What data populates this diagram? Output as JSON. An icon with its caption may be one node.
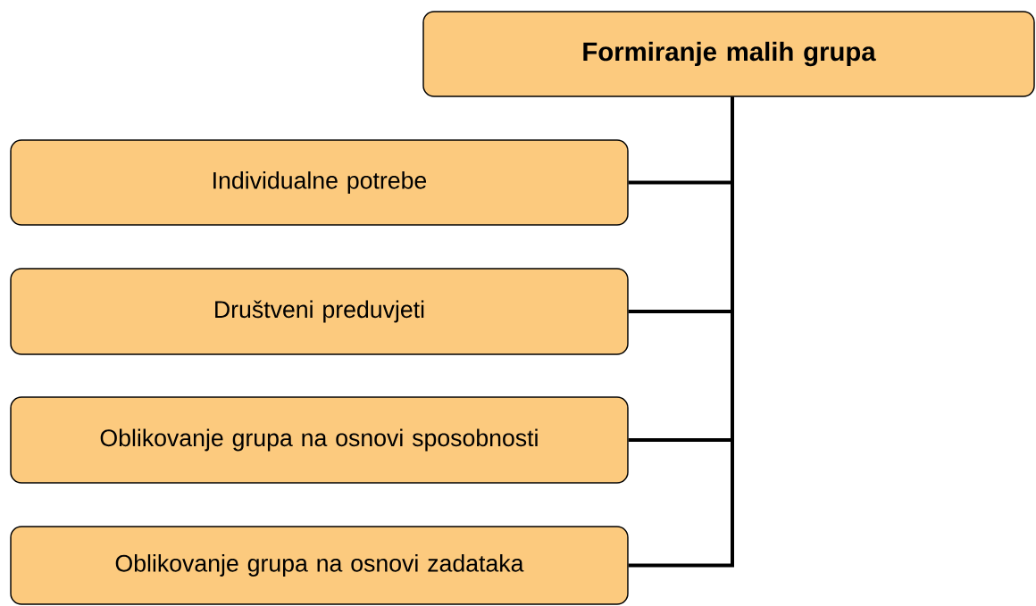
{
  "diagram": {
    "nodes": [
      {
        "text": [
          "Formiranje malih grupa"
        ]
      },
      {
        "text": [
          "Individualne potrebe"
        ]
      },
      {
        "text": [
          "Društveni preduvjeti"
        ]
      },
      {
        "text": [
          "Oblikovanje grupa na osnovi sposobnosti"
        ]
      },
      {
        "text": [
          "Oblikovanje grupa na osnovi zadataka"
        ]
      }
    ],
    "edges": [
      {
        "from": 0,
        "to": 1,
        "arrow": "none"
      },
      {
        "from": 0,
        "to": 2,
        "arrow": "none"
      },
      {
        "from": 0,
        "to": 3,
        "arrow": "none"
      },
      {
        "from": 0,
        "to": 4,
        "arrow": "none"
      }
    ]
  }
}
